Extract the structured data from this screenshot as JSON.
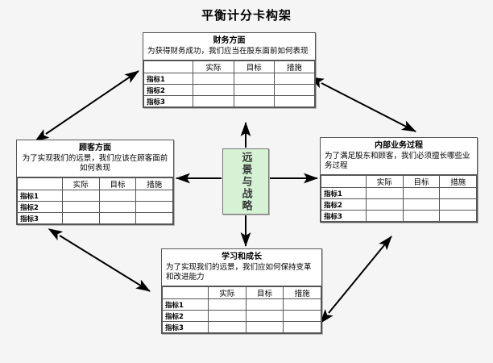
{
  "title": "平衡计分卡构架",
  "center": {
    "label": "远景与战略",
    "fill_color": "#d5f2d5",
    "border_color": "#777777"
  },
  "table_headers": {
    "blank": "",
    "actual": "实际",
    "target": "目标",
    "measure": "措施"
  },
  "row_labels": {
    "r1": "指标1",
    "r2": "指标2",
    "r3": "指标3"
  },
  "panels": {
    "financial": {
      "title": "财务方面",
      "desc": "为获得财务成功，我们应当在股东面前如何表现"
    },
    "customer": {
      "title": "顾客方面",
      "desc": "为了实现我们的远景，我们应该在顾客面前如何表现"
    },
    "internal": {
      "title": "内部业务过程",
      "desc": "为了满足股东和顾客，我们必须擅长哪些业务过程"
    },
    "learning": {
      "title": "学习和成长",
      "desc": "为了实现我们的远景，我们应如何保持变革和改进能力"
    }
  },
  "connectors": {
    "center_up": "arrow-up",
    "center_left": "arrow-left",
    "center_right": "arrow-right",
    "center_down": "arrow-down",
    "diag_top_left": "double-arrow",
    "diag_top_right": "double-arrow",
    "diag_bottom_left": "double-arrow",
    "diag_bottom_right": "double-arrow"
  }
}
